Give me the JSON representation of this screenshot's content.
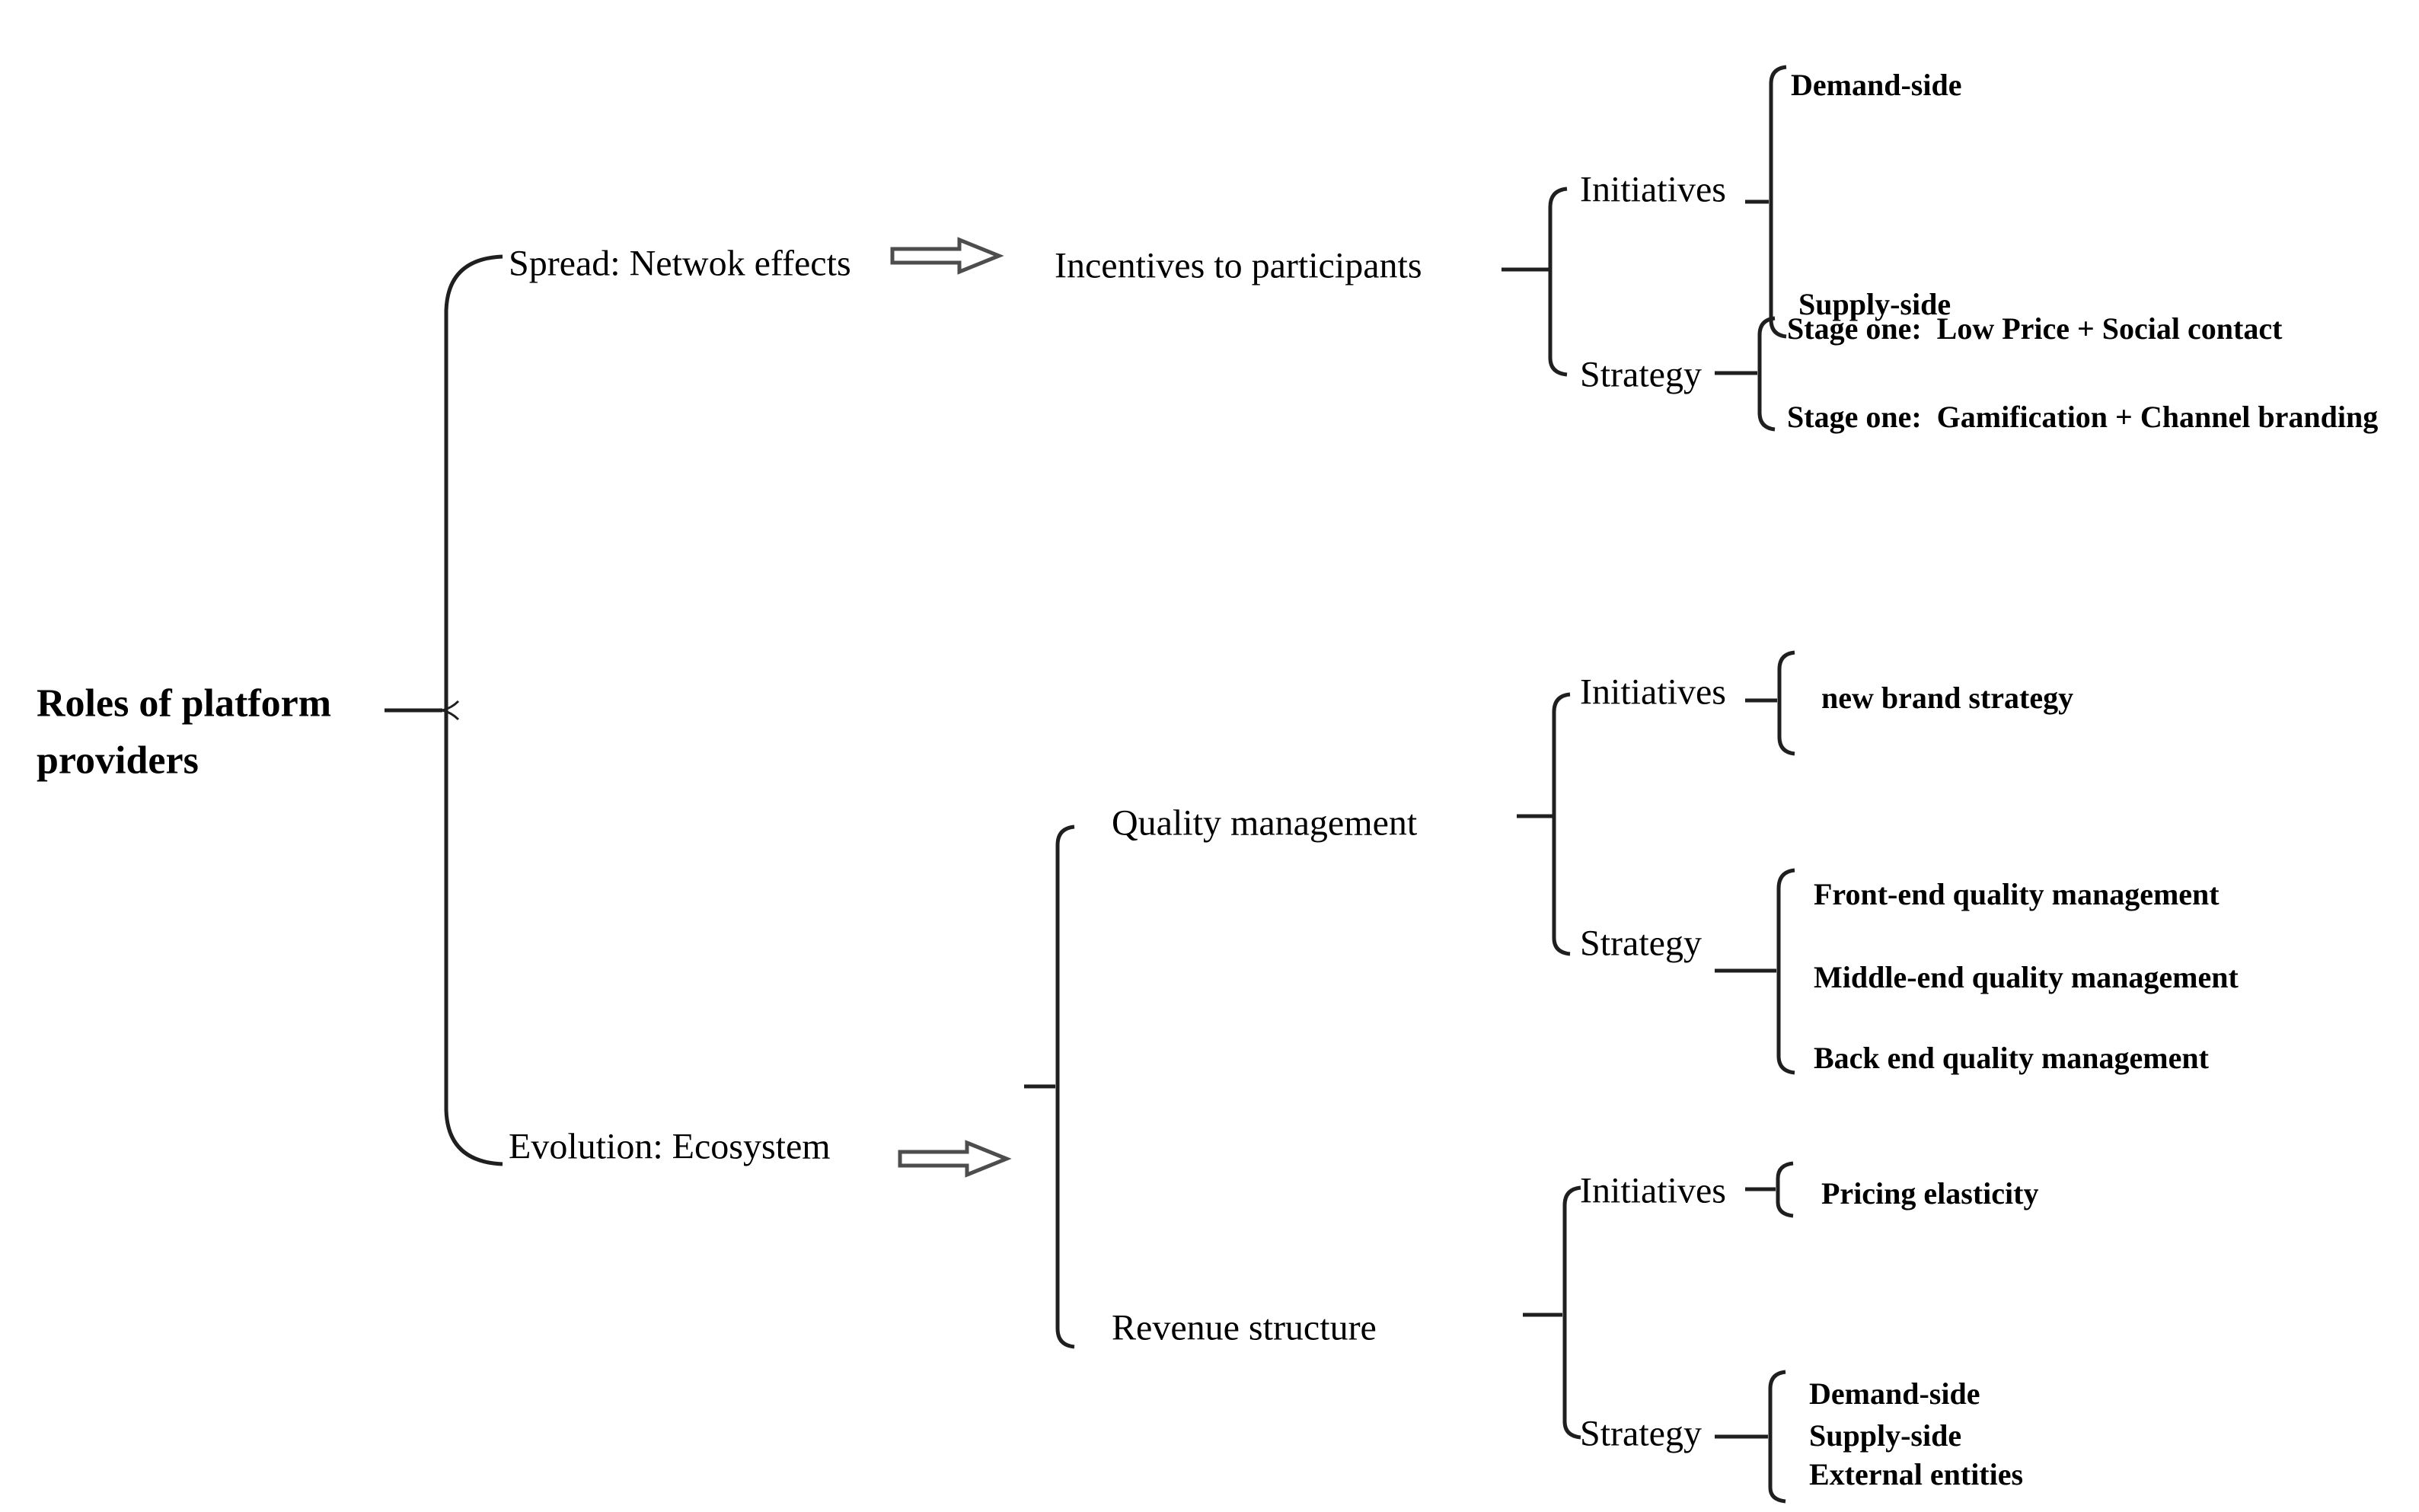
{
  "root": {
    "label": "Roles of platform providers"
  },
  "branch_spread": {
    "label": "Spread: Netwok effects",
    "node": {
      "label": "Incentives to participants"
    },
    "initiatives": {
      "label": "Initiatives",
      "items": [
        "Demand-side",
        "Supply-side"
      ]
    },
    "strategy": {
      "label": "Strategy",
      "items": [
        "Stage one:  Low Price + Social contact",
        "Stage one:  Gamification + Channel branding"
      ]
    }
  },
  "branch_evolution": {
    "label": "Evolution: Ecosystem",
    "quality": {
      "label": "Quality management",
      "initiatives": {
        "label": "Initiatives",
        "items": [
          "new brand strategy"
        ]
      },
      "strategy": {
        "label": "Strategy",
        "items": [
          "Front-end quality management",
          "Middle-end quality management",
          "Back end quality management"
        ]
      }
    },
    "revenue": {
      "label": "Revenue structure",
      "initiatives": {
        "label": "Initiatives",
        "items": [
          "Pricing elasticity"
        ]
      },
      "strategy": {
        "label": "Strategy",
        "items": [
          "Demand-side",
          "Supply-side",
          "External entities"
        ]
      }
    }
  },
  "colors": {
    "line": "#1f1f1f",
    "arrow_outline": "#4d4d4d",
    "text": "#000000",
    "background": "#ffffff"
  },
  "icons": [
    "hollow-right-arrow"
  ]
}
